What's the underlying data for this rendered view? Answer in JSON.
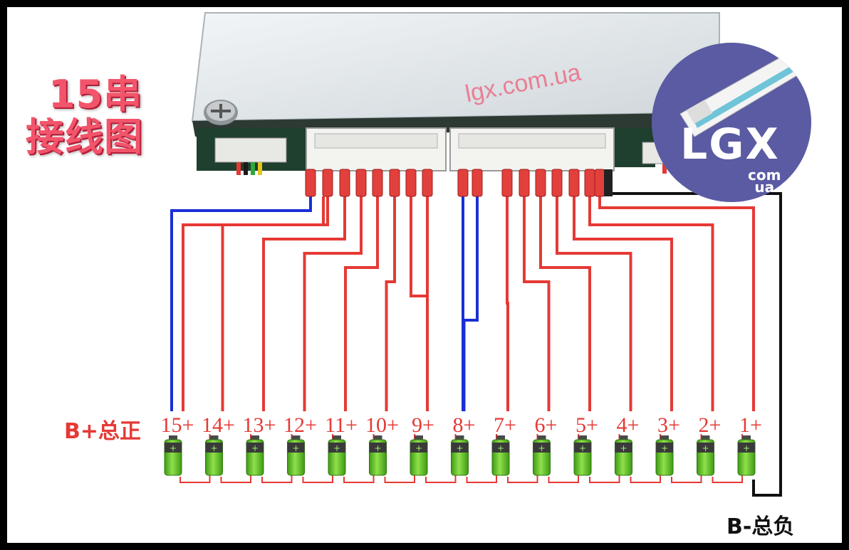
{
  "title": {
    "line1": "15串",
    "line2": "接线图"
  },
  "watermark": "lgx.com.ua",
  "logo": {
    "text": "LGX",
    "sub1": "com",
    "sub2": "ua"
  },
  "labels": {
    "positive_total": "B+总正",
    "negative_total": "B-总负"
  },
  "cells": [
    "15+",
    "14+",
    "13+",
    "12+",
    "11+",
    "10+",
    "9+",
    "8+",
    "7+",
    "6+",
    "5+",
    "4+",
    "3+",
    "2+",
    "1+"
  ],
  "colors": {
    "wire_red": "#e53935",
    "wire_blue": "#1a2fd6",
    "wire_black": "#111111",
    "battery_green": "#5cc41f",
    "board": "#dfe6ea"
  }
}
